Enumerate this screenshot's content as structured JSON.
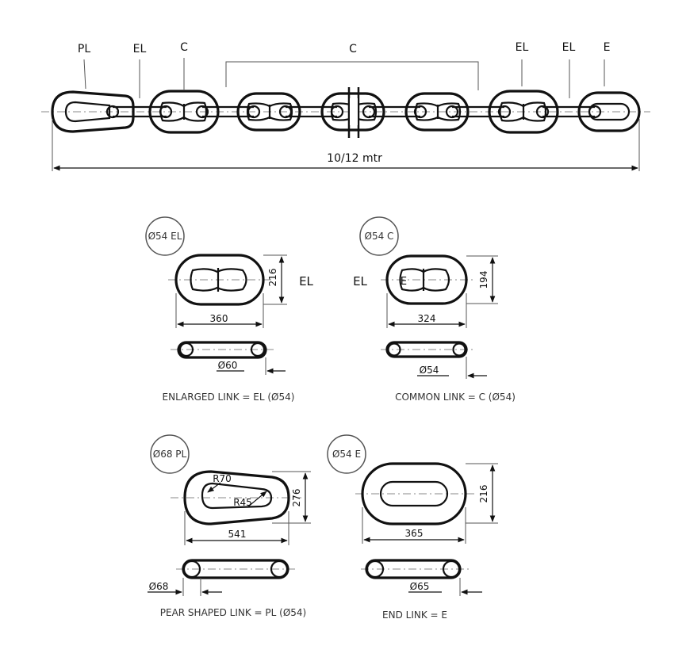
{
  "chain": {
    "labels": {
      "pl": "PL",
      "el_left": "EL",
      "c_first": "C",
      "c_span": "C",
      "el_right_1": "EL",
      "el_right_2": "EL",
      "e": "E"
    },
    "total_length": "10/12 mtr"
  },
  "details": {
    "enlarged": {
      "badge": "Ø54 EL",
      "height_dim": "216",
      "width_dim": "360",
      "side_label": "EL",
      "dia_dim": "Ø60",
      "caption": "ENLARGED LINK = EL (Ø54)"
    },
    "common": {
      "badge": "Ø54 C",
      "side_label": "EL",
      "inner_mark": "E",
      "height_dim": "194",
      "width_dim": "324",
      "dia_dim": "Ø54",
      "caption": "COMMON LINK = C (Ø54)"
    },
    "pear": {
      "badge": "Ø68 PL",
      "radius_outer": "R70",
      "radius_inner": "R45",
      "height_dim": "276",
      "width_dim": "541",
      "dia_dim": "Ø68",
      "caption": "PEAR SHAPED LINK = PL (Ø54)"
    },
    "end": {
      "badge": "Ø54 E",
      "height_dim": "216",
      "width_dim": "365",
      "dia_dim": "Ø65",
      "caption": "END LINK = E"
    }
  },
  "colors": {
    "line": "#111111",
    "badge_border": "#555555",
    "centerline": "#888888"
  }
}
